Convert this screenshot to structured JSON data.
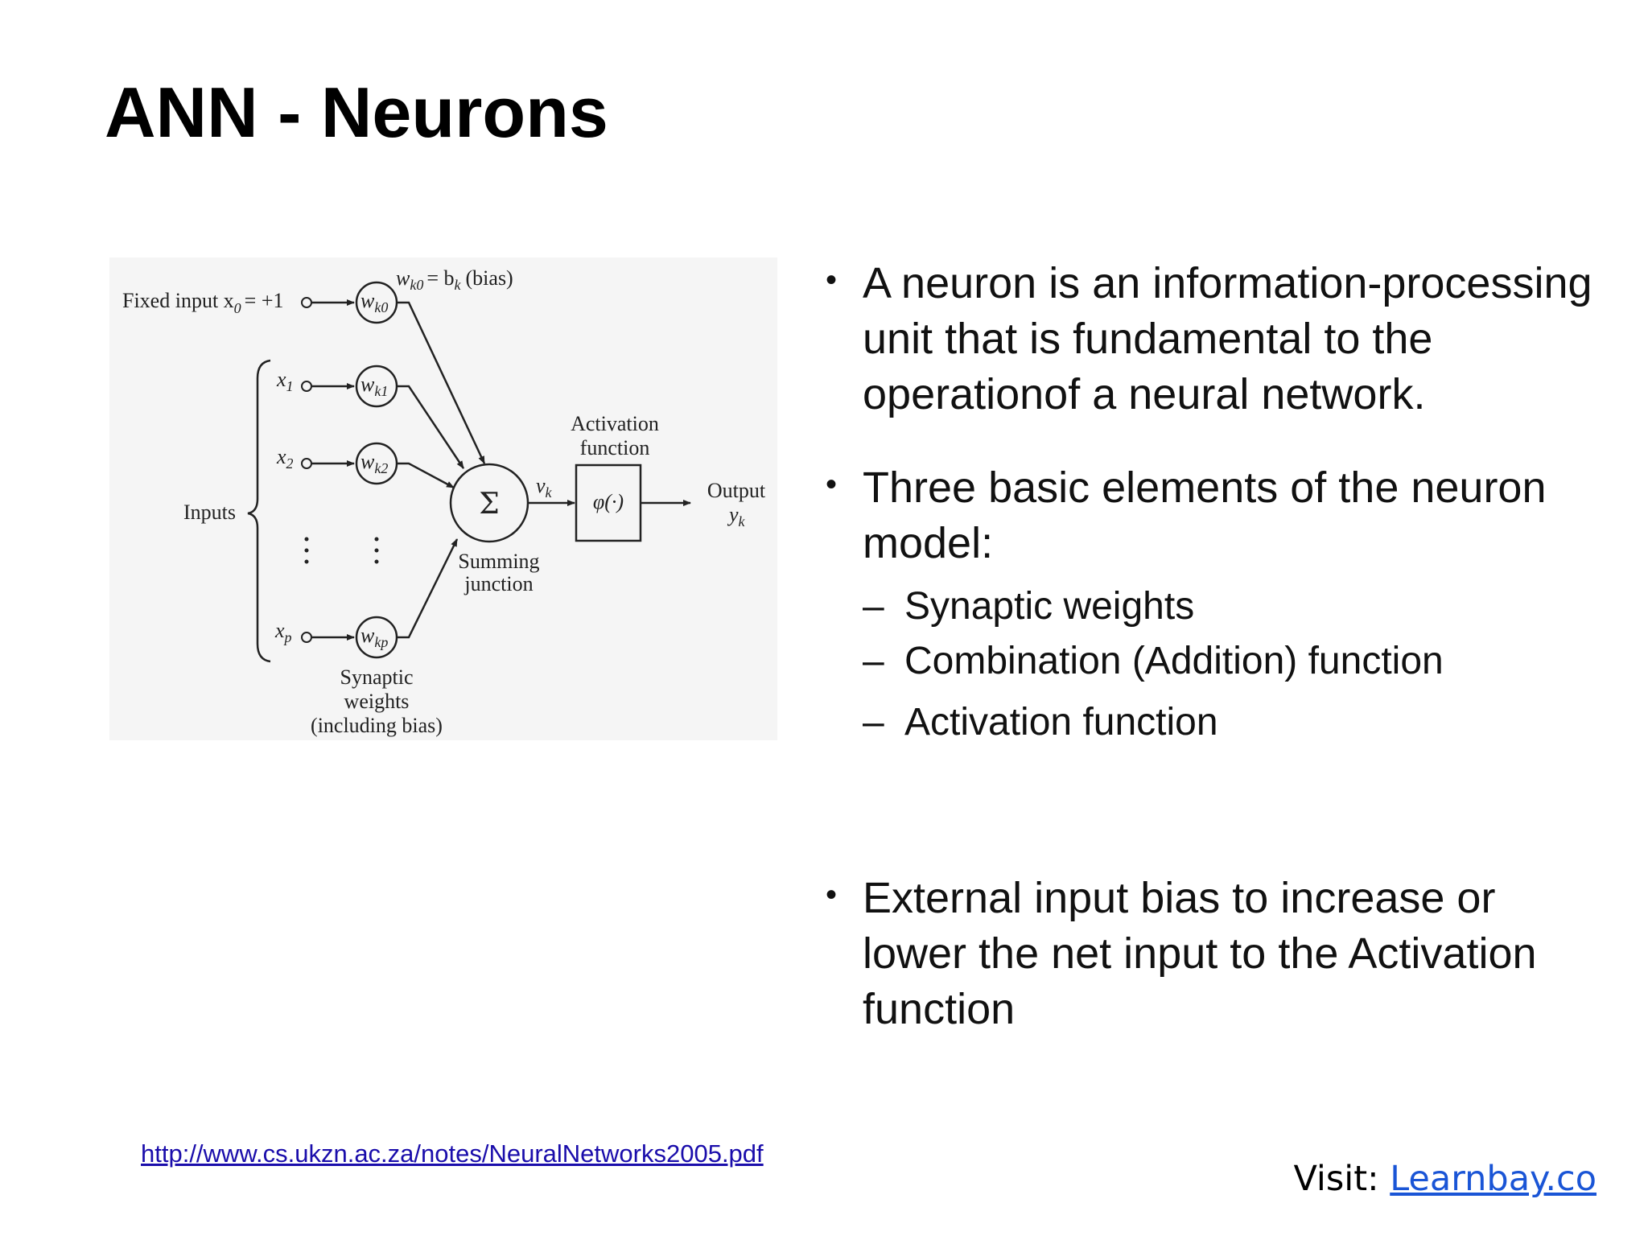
{
  "slide": {
    "title": "ANN - Neurons"
  },
  "diagram": {
    "fixed_input": "Fixed input x",
    "fixed_input_sub": "0",
    "fixed_input_value": "= +1",
    "bias_eq_w": "w",
    "bias_eq_w_sub": "k0",
    "bias_eq_mid": "= b",
    "bias_eq_b_sub": "k",
    "bias_eq_tail": "(bias)",
    "inputs_label": "Inputs",
    "x1": "x",
    "x1_sub": "1",
    "x2": "x",
    "x2_sub": "2",
    "xp": "x",
    "xp_sub": "p",
    "w_letter": "w",
    "wk0_sub": "k0",
    "wk1_sub": "k1",
    "wk2_sub": "k2",
    "wkp_sub": "kp",
    "sigma": "Σ",
    "summing_line1": "Summing",
    "summing_line2": "junction",
    "vk": "v",
    "vk_sub": "k",
    "activation_line1": "Activation",
    "activation_line2": "function",
    "phi": "φ(·)",
    "output_label": "Output",
    "yk": "y",
    "yk_sub": "k",
    "synaptic_line1": "Synaptic",
    "synaptic_line2": "weights",
    "synaptic_line3": "(including bias)"
  },
  "bullets": [
    "A neuron is an information-processing unit that is fundamental to the operationof a neural network.",
    "Three basic elements of the neuron model:",
    "External input bias to increase or lower the net input to the Activation function"
  ],
  "sub_bullets": [
    "Synaptic weights",
    "Combination (Addition) function",
    "Activation function"
  ],
  "bullet_marker": "•",
  "dash_marker": "–",
  "footer": {
    "source_url": "http://www.cs.ukzn.ac.za/notes/NeuralNetworks2005.pdf",
    "visit_label": "Visit: ",
    "visit_link": "Learnbay.co"
  }
}
